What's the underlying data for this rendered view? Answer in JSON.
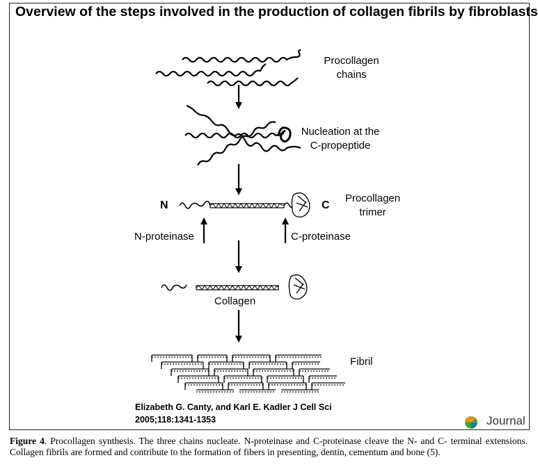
{
  "title": "Overview of the steps involved in the production of collagen fibrils by fibroblasts.",
  "steps": {
    "procollagen_chains": [
      "Procollagen",
      "chains"
    ],
    "nucleation": [
      "Nucleation at the",
      "C-propeptide"
    ],
    "trimer": [
      "Procollagen",
      "trimer"
    ],
    "n_terminal": "N",
    "c_terminal": "C",
    "n_proteinase": "N-proteinase",
    "c_proteinase": "C-proteinase",
    "collagen": "Collagen",
    "fibril": "Fibril"
  },
  "credit": [
    "Elizabeth G. Canty, and Karl E. Kadler J Cell Sci",
    "2005;118:1341-1353"
  ],
  "logo_text": "Journal",
  "caption": {
    "label": "Figure 4",
    "text": ". Procollagen synthesis. The three chains nucleate. N-proteinase and C-proteinase cleave the N- and C- terminal extensions. Collagen fibrils are formed and contribute to the formation of fibers in presenting, dentin, cementum and bone (5)."
  },
  "colors": {
    "logo_orange": "#f28c1e",
    "logo_green": "#3aaa35",
    "logo_blue": "#1f6fb5"
  }
}
